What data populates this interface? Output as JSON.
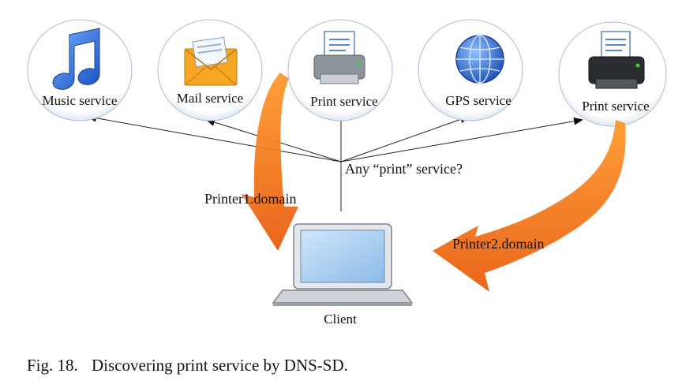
{
  "services": [
    {
      "label": "Music service",
      "icon": "music-note-icon"
    },
    {
      "label": "Mail service",
      "icon": "envelope-icon"
    },
    {
      "label": "Print service",
      "icon": "printer-icon"
    },
    {
      "label": "GPS service",
      "icon": "globe-icon"
    },
    {
      "label": "Print service",
      "icon": "printer-icon"
    }
  ],
  "query_text": "Any “print” service?",
  "responses": [
    {
      "label": "Printer1.domain"
    },
    {
      "label": "Printer2.domain"
    }
  ],
  "client": {
    "label": "Client",
    "icon": "laptop-icon"
  },
  "caption": {
    "prefix": "Fig.",
    "number": "18.",
    "text": "Discovering print service by DNS-SD."
  },
  "colors": {
    "response_arrow": "#f07a1a",
    "icon_blue": "#2f6fd6",
    "mail_orange": "#f5a623"
  }
}
